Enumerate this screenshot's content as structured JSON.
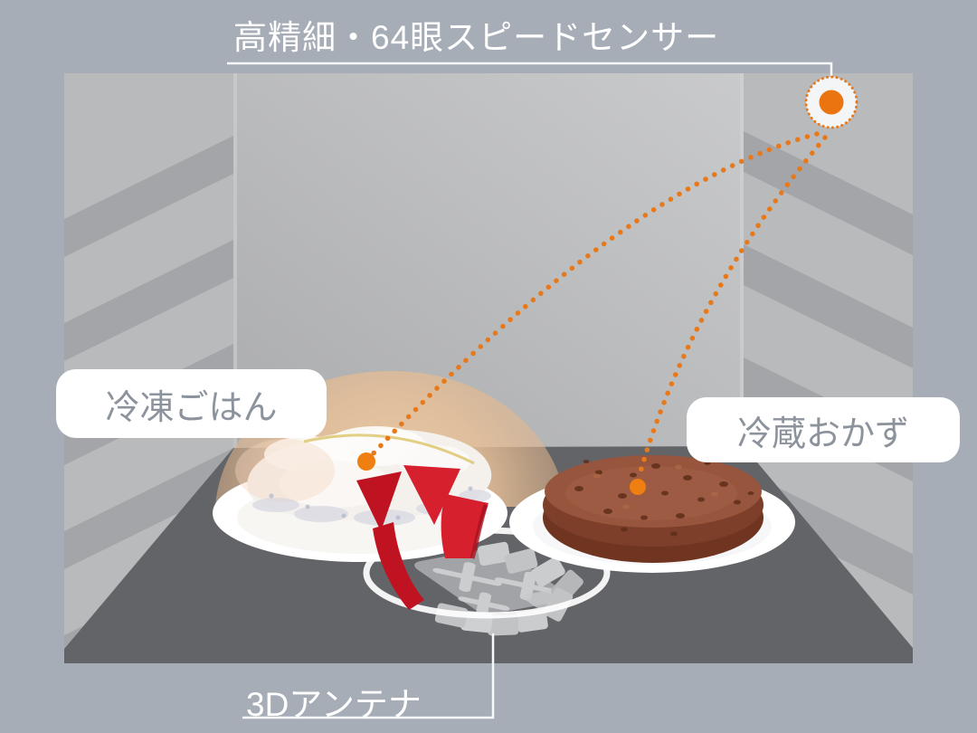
{
  "diagram": {
    "title": "高精細・64眼スピードセンサー",
    "callouts": {
      "frozen_rice": {
        "label": "冷凍ごはん"
      },
      "chilled_dish": {
        "label": "冷蔵おかず"
      },
      "antenna": {
        "label": "3Dアンテナ"
      }
    },
    "icons": {
      "sensor": "sensor-eye-icon (orange dot in dotted circle)",
      "target_rice": "target-dot-icon",
      "target_dish": "target-dot-icon",
      "heat": "heat-arrows-icon (red curved arrows)",
      "beams": "dotted-sensor-beam-lines"
    },
    "colors": {
      "background": "#a6adb7",
      "wall": "#b9babc",
      "wall_stripe": "#a3a5a8",
      "back_wall_light": "#c7c8ca",
      "back_wall_dark": "#acadaf",
      "floor": "#636468",
      "accent_orange": "#e8791b",
      "target_orange": "#ee7f10",
      "arrow_red": "#d6202e",
      "arrow_red_dark": "#c01322",
      "glow_peach": "#e5bd94",
      "label_text": "#8c939c",
      "title_text": "#ffffff",
      "label_bg": "#ffffff",
      "plate_white": "#ffffff",
      "burger_top": "#96553c",
      "burger_side": "#7b3d27",
      "antenna_gray": "#b4b5b7"
    }
  }
}
